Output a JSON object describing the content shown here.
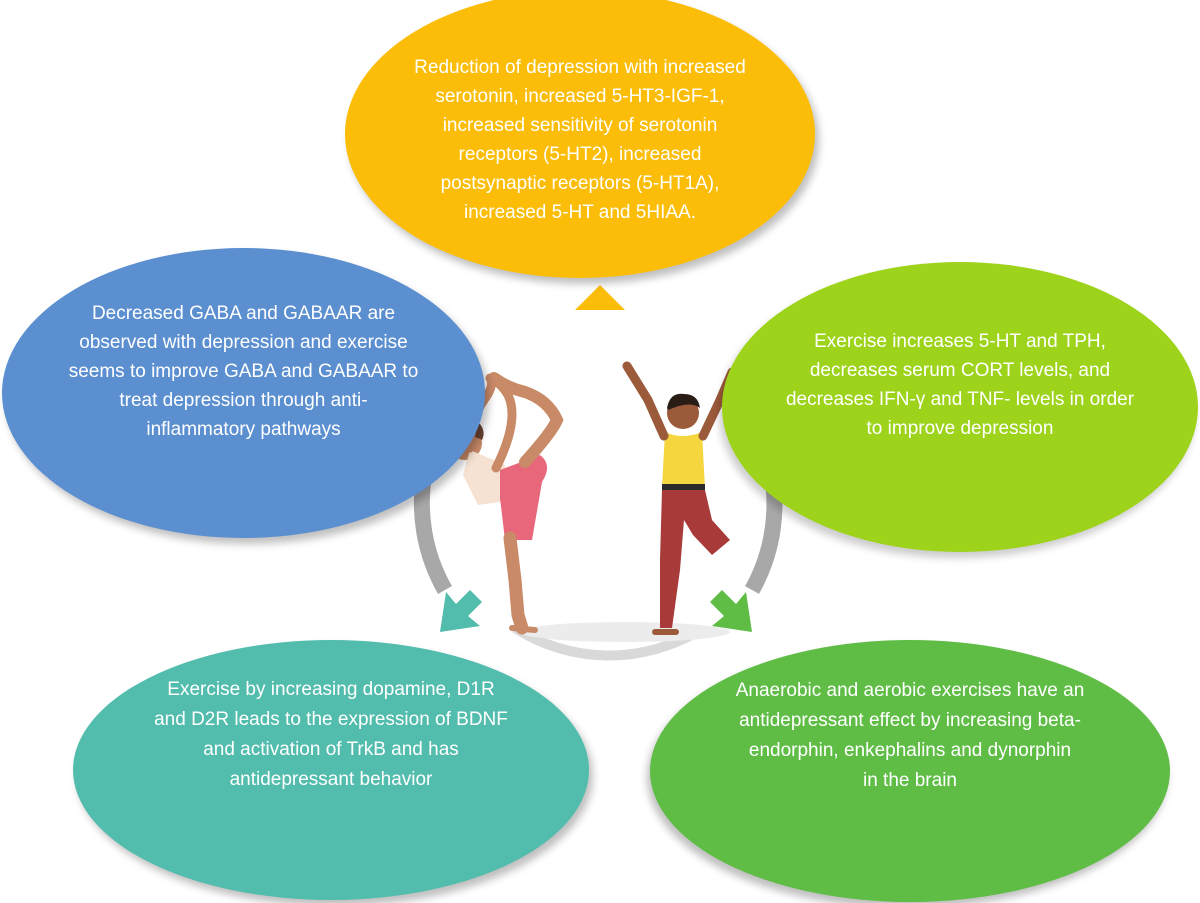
{
  "bubbles": {
    "top": "Reduction of depression with increased\nserotonin, increased 5-HT3-IGF-1,\nincreased sensitivity of serotonin\nreceptors (5-HT2), increased\npostsynaptic receptors (5-HT1A),\nincreased 5-HT and 5HIAA.",
    "left": "Decreased GABA and GABAAR are\nobserved with depression and exercise\nseems to improve GABA and GABAAR to\ntreat depression through anti-\ninflammatory pathways",
    "right": "Exercise increases 5-HT and TPH,\ndecreases serum CORT levels, and\ndecreases IFN-γ and TNF- levels in order\nto improve depression",
    "bottom_left": "Exercise by increasing dopamine, D1R\nand D2R leads to the expression of BDNF\nand activation of TrkB and has\nantidepressant behavior",
    "bottom_right": "Anaerobic and aerobic exercises have an\nantidepressant effect by increasing beta-\nendorphin, enkephalins and dynorphin\nin the brain"
  },
  "colors": {
    "top": "#fbbd08",
    "left": "#5b8fd0",
    "right": "#9ed31c",
    "bottom_left": "#52bcad",
    "bottom_right": "#5fbd46"
  },
  "illustration": [
    "woman-dancer-pose-figure",
    "man-tree-pose-figure"
  ]
}
